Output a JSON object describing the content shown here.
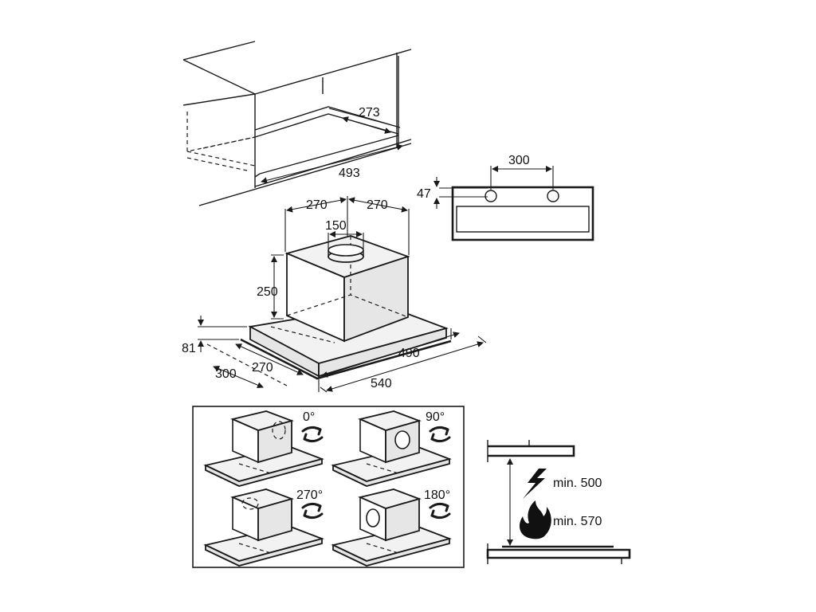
{
  "cabinet": {
    "dims": {
      "depth": "273",
      "width": "493"
    }
  },
  "hood": {
    "dims": {
      "half_left": "270",
      "half_right": "270",
      "outlet": "150",
      "height": "250",
      "thickness": "81",
      "depth_front": "300",
      "depth_rear": "270",
      "width_inner": "490",
      "width_outer": "540"
    }
  },
  "bracket": {
    "dims": {
      "spacing": "300",
      "offset": "47"
    }
  },
  "rotation_panel": {
    "options": [
      {
        "label": "0°"
      },
      {
        "label": "90°"
      },
      {
        "label": "270°"
      },
      {
        "label": "180°"
      }
    ]
  },
  "clearance": {
    "electric_label": "min. 500",
    "gas_label": "min. 570"
  }
}
